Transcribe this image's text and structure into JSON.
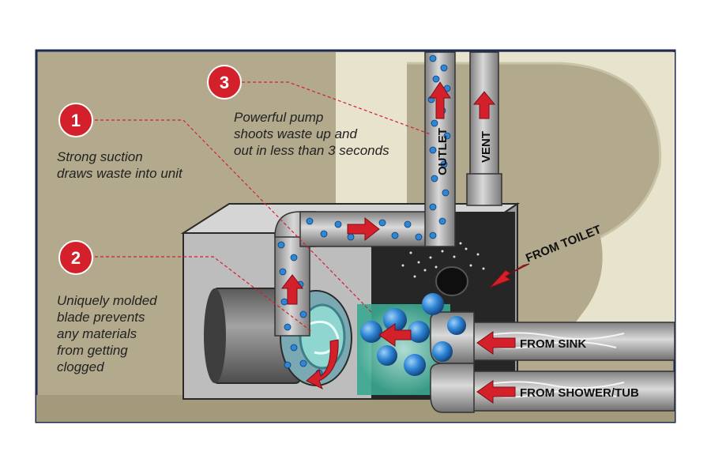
{
  "callouts": [
    {
      "number": "1",
      "text": "Strong suction\ndraws waste into unit"
    },
    {
      "number": "2",
      "text": "Uniquely molded\nblade prevents\nany materials\nfrom getting\nclogged"
    },
    {
      "number": "3",
      "text": "Powerful pump\nshoots waste up and\nout in less than 3 seconds"
    }
  ],
  "pipe_labels": {
    "outlet": "OUTLET",
    "vent": "VENT",
    "from_toilet": "FROM TOILET",
    "from_sink": "FROM SINK",
    "from_shower": "FROM SHOWER/TUB"
  },
  "colors": {
    "frame": "#1d2a52",
    "background": "#b3a98c",
    "wall": "#e7e3cc",
    "pipe": "#bdbdbd",
    "bubble": "#2f86d6",
    "arrow": "#d4202a",
    "badge": "#d4202a",
    "unit_dark": "#262626",
    "unit_grey": "#8d8d8d"
  }
}
